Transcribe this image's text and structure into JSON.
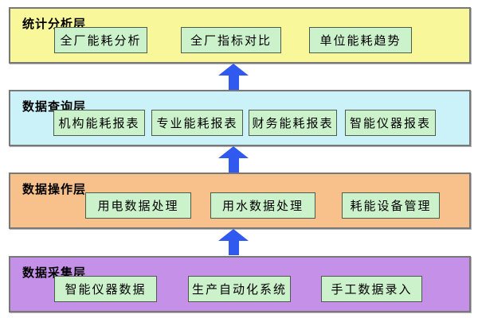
{
  "layers": [
    {
      "label": "统计分析层",
      "bg_color": "#F8F79A",
      "boxes": [
        "全厂能耗分析",
        "全厂指标对比",
        "单位能耗趋势"
      ]
    },
    {
      "label": "数据查询层",
      "bg_color": "#CBF2F8",
      "boxes": [
        "机构能耗报表",
        "专业能耗报表",
        "财务能耗报表",
        "智能仪器报表"
      ]
    },
    {
      "label": "数据操作层",
      "bg_color": "#F8C18C",
      "boxes": [
        "用电数据处理",
        "用水数据处理",
        "耗能设备管理"
      ]
    },
    {
      "label": "数据采集层",
      "bg_color": "#C591E8",
      "boxes": [
        "智能仪器数据",
        "生产自动化系统",
        "手工数据录入"
      ]
    }
  ],
  "colors": {
    "node_bg": "#CCF2CB",
    "node_border": "#4C5B4C",
    "layer_border": "#787878",
    "arrow": "#3059EF",
    "text": "#000000",
    "background": "#FFFFFF"
  },
  "arrows": {
    "direction": "up",
    "count": 3
  }
}
